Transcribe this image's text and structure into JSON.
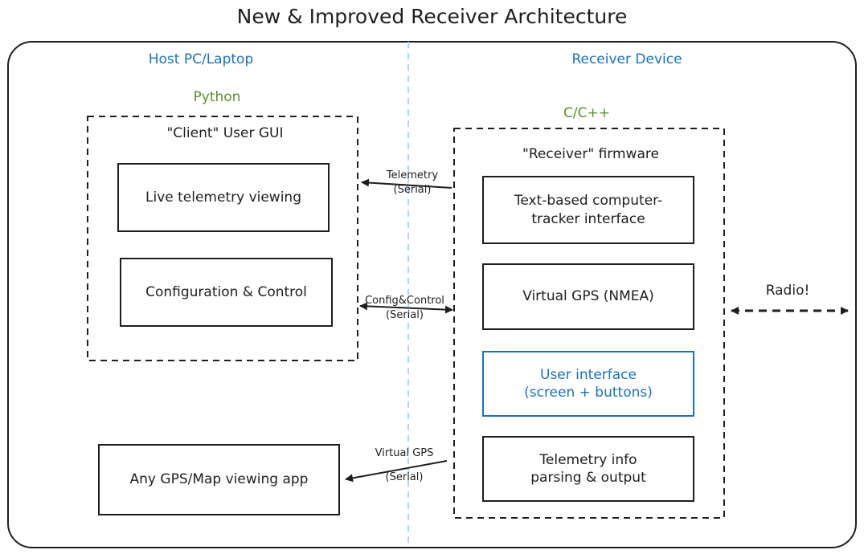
{
  "title": "New & Improved Receiver Architecture",
  "host": {
    "heading": "Host PC/Laptop",
    "language": "Python",
    "client_group": "\"Client\" User GUI",
    "boxes": [
      "Live telemetry viewing",
      "Configuration & Control"
    ],
    "gps_app": "Any GPS/Map viewing app"
  },
  "receiver": {
    "heading": "Receiver Device",
    "language": "C/C++",
    "firmware_group": "\"Receiver\" firmware",
    "boxes": [
      "Text-based computer-tracker interface",
      "Virtual GPS (NMEA)",
      "User interface (screen + buttons)",
      "Telemetry info parsing & output"
    ]
  },
  "links": {
    "telemetry": [
      "Telemetry",
      "(Serial)"
    ],
    "config": [
      "Config&Control",
      "(Serial)"
    ],
    "virtual_gps": [
      "Virtual GPS",
      "(Serial)"
    ],
    "radio": "Radio!"
  },
  "colors": {
    "heading": "#1971c2",
    "language": "#5a8f29",
    "stroke": "#1e1e1e",
    "divider": "#a5d8ff"
  }
}
